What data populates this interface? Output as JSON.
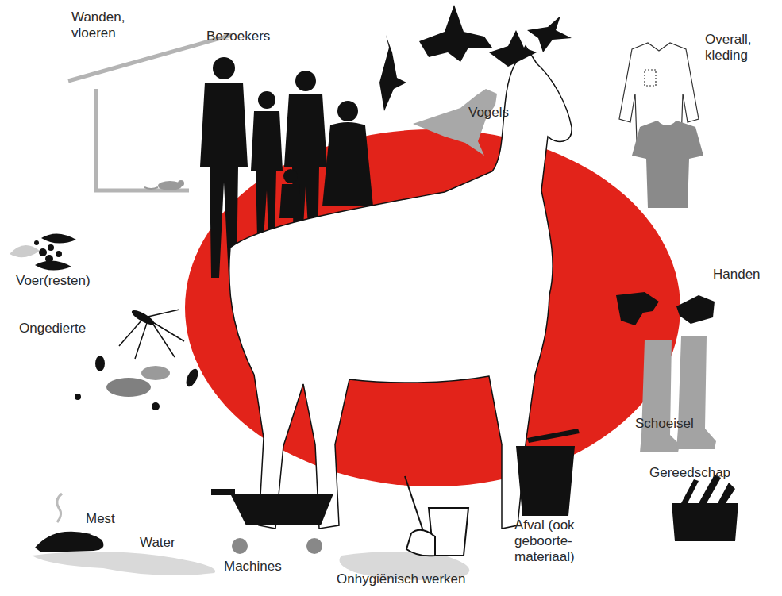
{
  "diagram": {
    "labels": [
      "Wanden, vloeren",
      "Bezoekers",
      "Vogels",
      "Overall, kleding",
      "Voer(resten)",
      "Ongedierte",
      "Handen",
      "Schoeisel",
      "Mest",
      "Water",
      "Machines",
      "Onhygiënisch werken",
      "Afval (ook geboorte-materiaal)",
      "Gereedschap"
    ]
  }
}
